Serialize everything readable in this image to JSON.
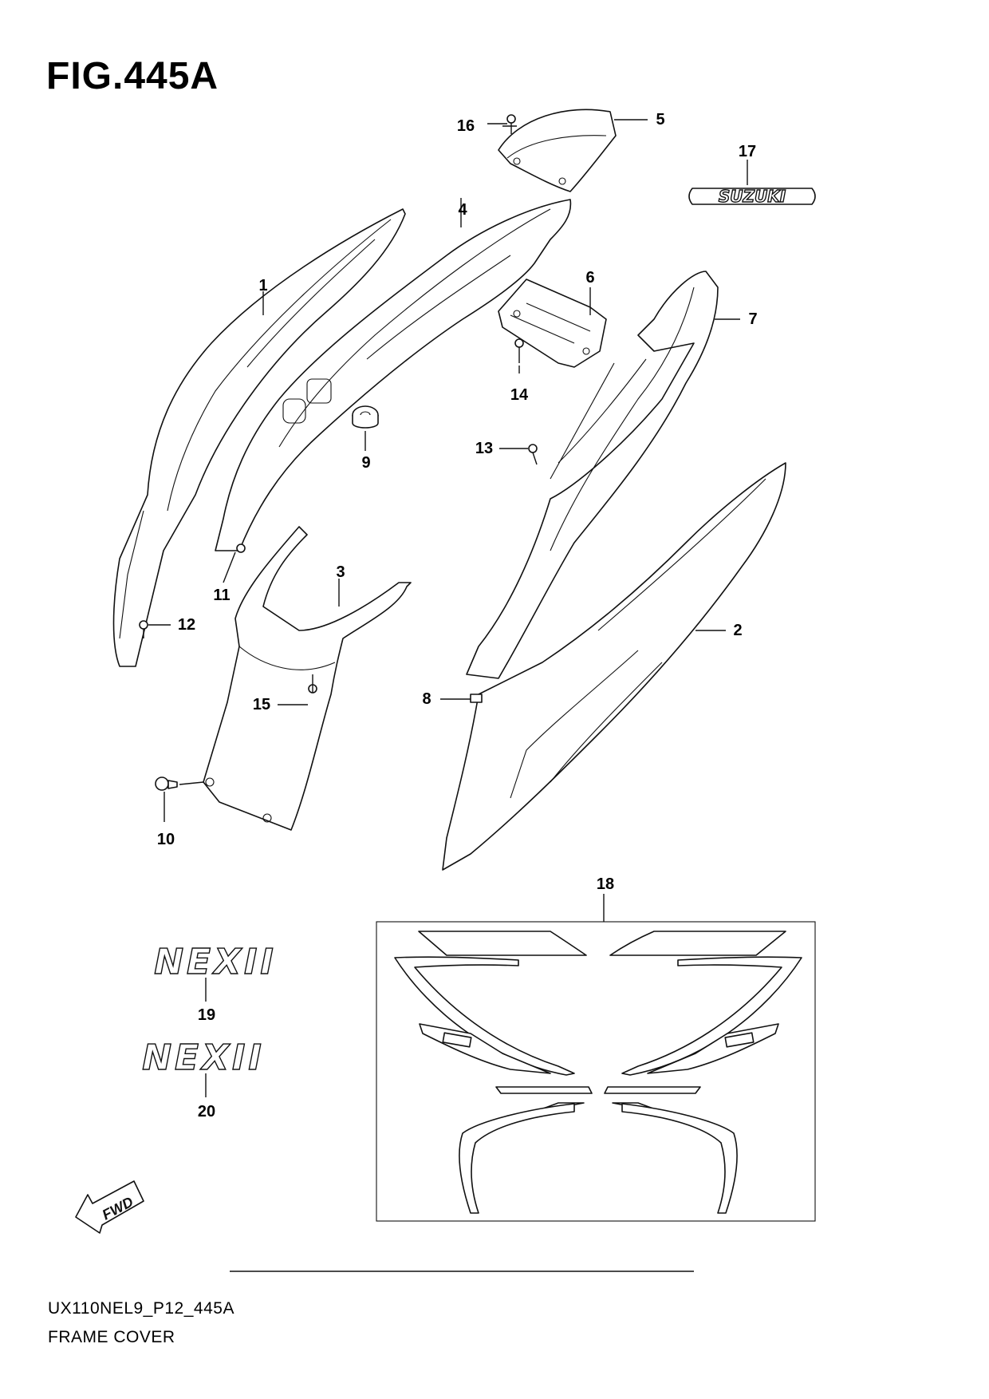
{
  "figure": {
    "title": "FIG.445A"
  },
  "callouts": [
    {
      "id": "1",
      "label": "1"
    },
    {
      "id": "2",
      "label": "2"
    },
    {
      "id": "3",
      "label": "3"
    },
    {
      "id": "4",
      "label": "4"
    },
    {
      "id": "5",
      "label": "5"
    },
    {
      "id": "6",
      "label": "6"
    },
    {
      "id": "7",
      "label": "7"
    },
    {
      "id": "8",
      "label": "8"
    },
    {
      "id": "9",
      "label": "9"
    },
    {
      "id": "10",
      "label": "10"
    },
    {
      "id": "11",
      "label": "11"
    },
    {
      "id": "12",
      "label": "12"
    },
    {
      "id": "13",
      "label": "13"
    },
    {
      "id": "14",
      "label": "14"
    },
    {
      "id": "15",
      "label": "15"
    },
    {
      "id": "16",
      "label": "16"
    },
    {
      "id": "17",
      "label": "17"
    },
    {
      "id": "18",
      "label": "18"
    },
    {
      "id": "19",
      "label": "19"
    },
    {
      "id": "20",
      "label": "20"
    }
  ],
  "emblems": {
    "brand": "SUZUKI",
    "model_badge": "NEXII",
    "small_badge": "NEXII",
    "fwd": "FWD"
  },
  "footer": {
    "model_code": "UX110NEL9_P12_445A",
    "section_name": "FRAME COVER"
  }
}
